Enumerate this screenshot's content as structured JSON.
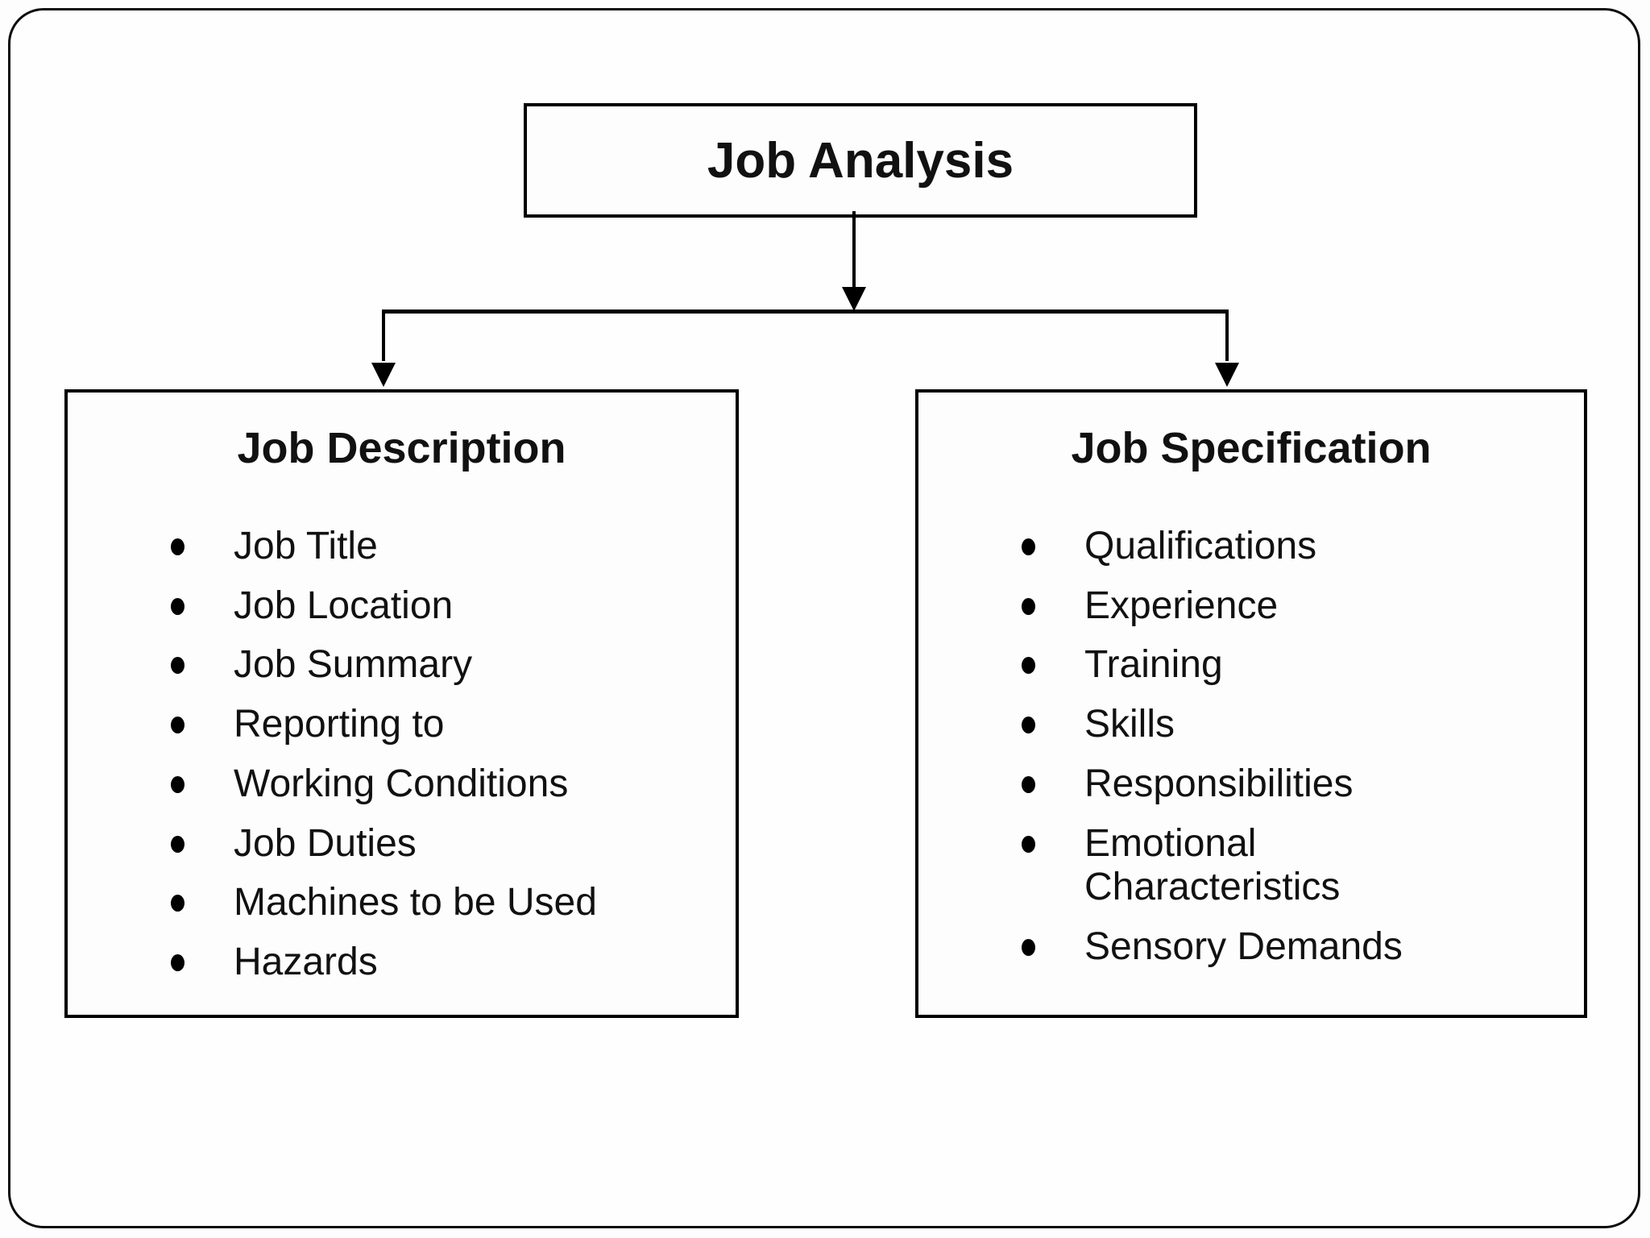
{
  "diagram": {
    "root": {
      "label": "Job Analysis"
    },
    "left_panel": {
      "title": "Job Description",
      "items": [
        "Job Title",
        "Job Location",
        "Job Summary",
        "Reporting to",
        "Working Conditions",
        "Job Duties",
        "Machines to be Used",
        "Hazards"
      ]
    },
    "right_panel": {
      "title": "Job Specification",
      "items": [
        "Qualifications",
        "Experience",
        "Training",
        "Skills",
        "Responsibilities",
        "Emotional Characteristics",
        "Sensory Demands"
      ]
    },
    "icons": {
      "bullet": "filled-disc",
      "connector_arrow": "triangle-down"
    },
    "colors": {
      "border": "#000000",
      "text": "#111111",
      "background": "#fdfdfd"
    }
  }
}
